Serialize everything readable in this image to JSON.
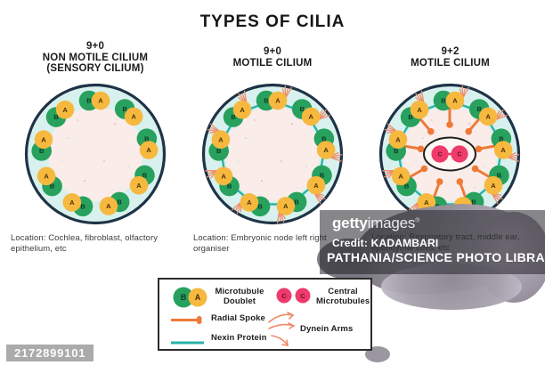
{
  "title": "TYPES OF CILIA",
  "columns": [
    {
      "formula": "9+0",
      "name": "NON MOTILE CILIUM",
      "subname": "(SENSORY CILIUM)",
      "location": "Location: Cochlea, fibroblast, olfactory epithelium, etc",
      "type": {
        "nexin": false,
        "dynein": false,
        "spokes": false,
        "central": false
      }
    },
    {
      "formula": "9+0",
      "name": "MOTILE CILIUM",
      "subname": "",
      "location": "Location: Embryonic node left right organiser",
      "type": {
        "nexin": true,
        "dynein": true,
        "spokes": false,
        "central": false
      }
    },
    {
      "formula": "9+2",
      "name": "MOTILE CILIUM",
      "subname": "",
      "location": "Location: Respiratory tract, middle ear, ependymal cells, etc",
      "type": {
        "nexin": true,
        "dynein": true,
        "spokes": true,
        "central": true
      }
    }
  ],
  "diagram": {
    "doublets_per_ring": 9,
    "labels": {
      "a_tubule": "A",
      "b_tubule": "B",
      "central": "C"
    },
    "colors": {
      "membrane_border": "#1f3347",
      "ring_cyan": "#d8f1ee",
      "inner_pink": "#f9ece9",
      "tubule_green": "#27a15d",
      "tubule_orange": "#f6b83f",
      "nexin_teal": "#29b2a9",
      "dynein_salmon": "#ef8a6a",
      "spoke_orange": "#ee7a37",
      "central_pink": "#ee3b6b"
    }
  },
  "legend": {
    "doublet_label_1": "Microtubule",
    "doublet_label_2": "Doublet",
    "central_label_1": "Central",
    "central_label_2": "Microtubules",
    "radial_spoke_label": "Radial Spoke",
    "nexin_label": "Nexin Protein",
    "dynein_label": "Dynein Arms"
  },
  "watermark": {
    "brand_bold": "getty",
    "brand_light": "images",
    "reg_mark": "®",
    "credit_line1": "Credit: KADAMBARI",
    "credit_line2": "PATHANIA/SCIENCE PHOTO LIBRAR",
    "image_id": "2172899101"
  }
}
